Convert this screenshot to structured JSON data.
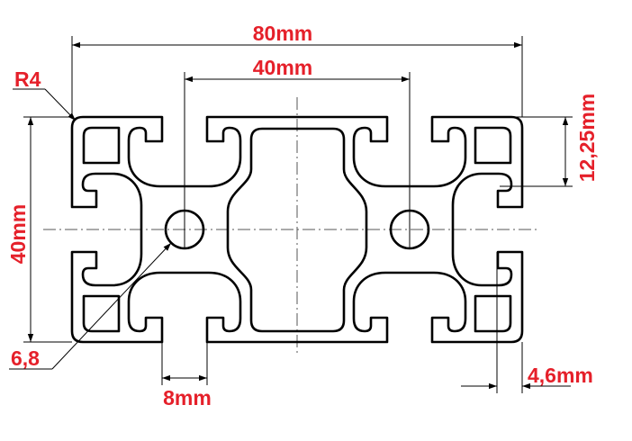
{
  "drawing": {
    "title": "Aluminium profile 80x40 cross-section",
    "dimensions": {
      "overall_width": "80mm",
      "hole_spacing": "40mm",
      "height": "40mm",
      "slot_offset": "12,25mm",
      "corner_radius": "R4",
      "hole_diameter": "6,8",
      "slot_width": "8mm",
      "wall_thickness": "4,6mm"
    },
    "colors": {
      "dimension_text": "#e5202a",
      "lines": "#000000"
    }
  }
}
